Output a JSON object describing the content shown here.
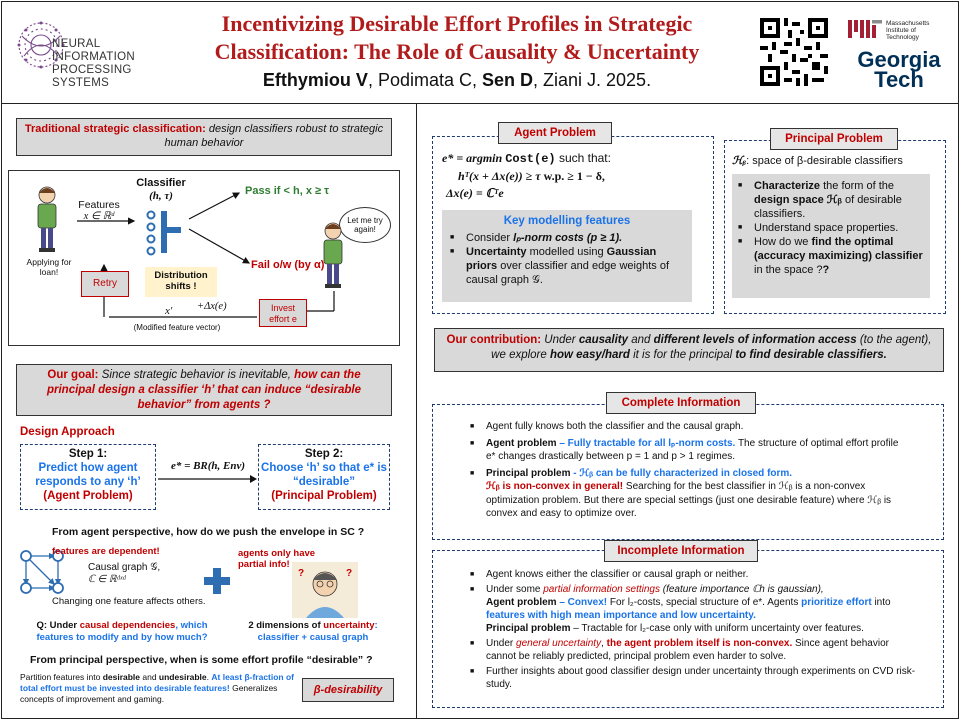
{
  "header": {
    "title_line1": "Incentivizing Desirable Effort Profiles in Strategic",
    "title_line2": "Classification: The Role of Causality & Uncertainty",
    "author1": "Efthymiou V",
    "sep1": ", Podimata C, ",
    "author2": "Sen D",
    "sep2": ", Ziani J. 2025.",
    "neurips_line1": "NEURAL INFORMATION",
    "neurips_line2": "PROCESSING SYSTEMS",
    "mit_line1": "Massachusetts",
    "mit_line2": "Institute of",
    "mit_line3": "Technology",
    "gt_line1": "Georgia",
    "gt_line2": "Tech"
  },
  "left": {
    "traditional_head": "Traditional strategic classification:",
    "traditional_text": " design classifiers robust to strategic human behavior",
    "diagram": {
      "classifier": "Classifier",
      "classifier_params": "(h, τ)",
      "features": "Features",
      "features_math": "x ∈ ℝᵈ",
      "applying": "Applying for loan!",
      "pass": "Pass if < h, x ≥ τ",
      "fail": "Fail o/w (by α)",
      "let_me": "Let me try again!",
      "distribution": "Distribution shifts !",
      "retry": "Retry",
      "invest": "Invest effort e",
      "delta": "+Δx(e)",
      "xprime": "x′",
      "modified": "(Modified feature vector)"
    },
    "goal_head": "Our goal:",
    "goal_text": " Since strategic behavior is inevitable, ",
    "goal_bold": "how can the principal design a classifier ‘h’ that can induce “desirable behavior” from agents ?",
    "design_approach": "Design Approach",
    "step1_title": "Step 1:",
    "step1_text": "Predict how agent responds to any ‘h’",
    "step1_sub": "(Agent Problem)",
    "br_eq": "e* = BR(h, Env)",
    "step2_title": "Step 2:",
    "step2_text": "Choose ‘h’ so that e* is “desirable”",
    "step2_sub": "(Principal Problem)",
    "agent_persp": "From agent perspective, how do we push the envelope in SC ?",
    "features_dependent": "features are dependent!",
    "causal_graph": "Causal graph 𝒢,",
    "causal_math": "ℂ ∈ ℝᵈˣᵈ",
    "changing": "Changing one feature affects others.",
    "partial": "agents only have partial info!",
    "q_head": "Q: Under ",
    "q_red": "causal dependencies",
    "q_rest": ", which features to modify and by how much?",
    "dims_head": "2 dimensions of ",
    "dims_red": "uncertainty",
    "dims_rest": ": classifier + causal graph",
    "principal_persp": "From principal perspective, when is some effort profile “desirable” ?",
    "partition_a": "Partition features into ",
    "partition_b": "desirable",
    "partition_c": " and ",
    "partition_d": "undesirable",
    "partition_e": ". ",
    "partition_f": "At least β-fraction of total effort must be invested into desirable features!",
    "partition_g": " Generalizes concepts of improvement and gaming.",
    "beta": "β-desirability"
  },
  "right": {
    "agent_tab": "Agent Problem",
    "agent_eq1a": "e* = argmin",
    "agent_eq1b": "Cost(e)",
    "agent_eq1c": " such that:",
    "agent_eq2": "hᵀ(x + Δx(e)) ≥ τ",
    "agent_eq2b": "w.p. ≥ 1 − δ,",
    "agent_eq3": "Δx(e) = ℂᵀe",
    "key_head": "Key modelling features",
    "key1a": "Consider ",
    "key1b": "lₚ-norm costs (p ≥ 1).",
    "key2a": "Uncertainty",
    "key2b": " modelled using ",
    "key2c": "Gaussian priors",
    "key2d": " over classifier and edge weights of causal graph 𝒢.",
    "principal_tab": "Principal Problem",
    "hbeta": "ℋᵦ",
    "hbeta_text": ": space of β-desirable classifiers",
    "p1a": "Characterize",
    "p1b": " the form of the ",
    "p1c": "design space ℋᵦ",
    "p1d": " of desirable classifiers.",
    "p2": "Understand space properties.",
    "p3a": "How do we ",
    "p3b": "find the optimal (accuracy maximizing) classifier",
    "p3c": " in the space ?",
    "contrib_head": "Our contribution:",
    "contrib_a": " Under ",
    "contrib_b": "causality",
    "contrib_c": " and ",
    "contrib_d": "different levels of information access",
    "contrib_e": " (to the agent), we explore ",
    "contrib_f": "how easy/hard",
    "contrib_g": " it is for the principal ",
    "contrib_h": "to find desirable classifiers.",
    "complete_tab": "Complete Information",
    "c1": "Agent fully knows both the classifier and the causal graph.",
    "c2a": "Agent problem",
    "c2b": " – Fully tractable for all lₚ-norm costs.",
    "c2c": " The structure of optimal effort profile e* changes drastically between p = 1 and p > 1 regimes.",
    "c3a": "Principal problem",
    "c3b": " - ℋᵦ can be fully characterized in closed form.",
    "c3c": "ℋᵦ is non-convex in general!",
    "c3d": " Searching for the best classifier in ℋᵦ is a non-convex optimization problem. But there are special settings (just one desirable feature) where ℋᵦ is convex and easy to optimize over.",
    "incomplete_tab": "Incomplete Information",
    "i1": "Agent knows either the classifier or causal graph or neither.",
    "i2a": "Under some ",
    "i2b": "partial information settings",
    "i2c": " (feature importance ℂh is gaussian),",
    "i2d": "Agent problem",
    "i2e": " – Convex!",
    "i2f": " For l₂-costs, special structure of e*. Agents ",
    "i2g": "prioritize effort",
    "i2h": " into ",
    "i2i": "features with high mean importance and low uncertainty.",
    "i2j": "Principal problem",
    "i2k": " – Tractable for l₂-case only with uniform uncertainty over features.",
    "i3a": "Under ",
    "i3b": "general uncertainty",
    "i3c": ", ",
    "i3d": "the agent problem itself is non-convex.",
    "i3e": " Since agent behavior cannot be reliably predicted, principal problem even harder to solve.",
    "i4": "Further insights about good classifier design under uncertainty through experiments on CVD risk-study."
  }
}
